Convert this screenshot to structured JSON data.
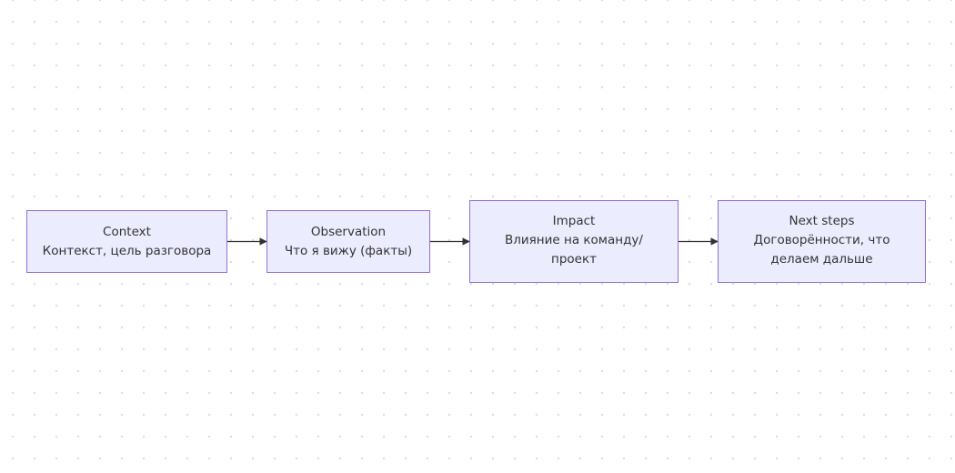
{
  "diagram": {
    "nodes": [
      {
        "id": "context",
        "title": "Context",
        "lines": [
          "Контекст, цель разговора"
        ]
      },
      {
        "id": "observation",
        "title": "Observation",
        "lines": [
          "Что я вижу (факты)"
        ]
      },
      {
        "id": "impact",
        "title": "Impact",
        "lines": [
          "Влияние на команду/",
          "проект"
        ]
      },
      {
        "id": "nextsteps",
        "title": "Next steps",
        "lines": [
          "Договорённости, что",
          "делаем дальше"
        ]
      }
    ],
    "edges": [
      {
        "from": "context",
        "to": "observation"
      },
      {
        "from": "observation",
        "to": "impact"
      },
      {
        "from": "impact",
        "to": "nextsteps"
      }
    ],
    "colors": {
      "node_fill": "#ececff",
      "node_border": "#9370db",
      "text": "#333333",
      "edge": "#333333"
    }
  }
}
